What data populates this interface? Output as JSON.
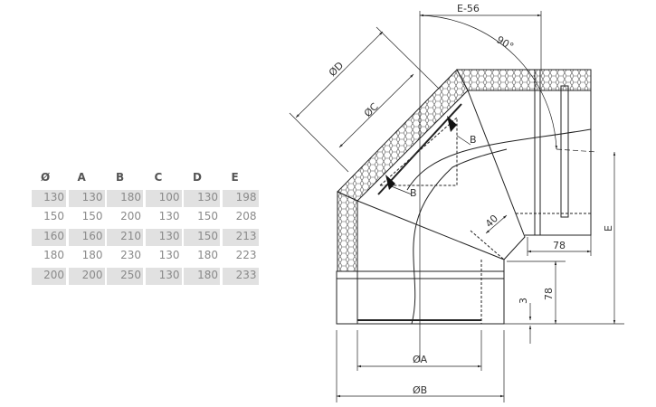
{
  "table": {
    "headers": [
      "Ø",
      "A",
      "B",
      "C",
      "D",
      "E"
    ],
    "rows": [
      [
        "130",
        "130",
        "180",
        "100",
        "130",
        "198"
      ],
      [
        "150",
        "150",
        "200",
        "130",
        "150",
        "208"
      ],
      [
        "160",
        "160",
        "210",
        "130",
        "150",
        "213"
      ],
      [
        "180",
        "180",
        "230",
        "130",
        "180",
        "223"
      ],
      [
        "200",
        "200",
        "250",
        "130",
        "180",
        "233"
      ]
    ]
  },
  "drawing": {
    "dim_e56": "E-56",
    "angle": "90°",
    "dim_d": "ØD",
    "dim_c": "ØC",
    "label_b_top": "B",
    "label_b_bottom": "B",
    "dim_40": "40",
    "dim_78_h": "78",
    "dim_78_v": "78",
    "dim_3": "3",
    "dim_e": "E",
    "dim_a": "ØA",
    "dim_b": "ØB"
  }
}
